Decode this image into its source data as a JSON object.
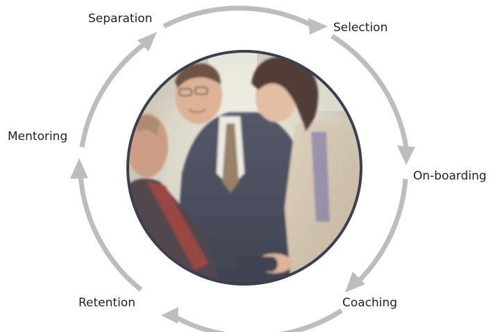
{
  "cycle": {
    "stages": [
      {
        "label": "Separation"
      },
      {
        "label": "Selection"
      },
      {
        "label": "On-boarding"
      },
      {
        "label": "Coaching"
      },
      {
        "label": "Retention"
      },
      {
        "label": "Mentoring"
      }
    ]
  },
  "colors": {
    "arrow": "#bdbdbd",
    "photo_border": "#3b3f4f",
    "text": "#222222"
  },
  "photo": {
    "icon": "business-handshake-photo"
  }
}
